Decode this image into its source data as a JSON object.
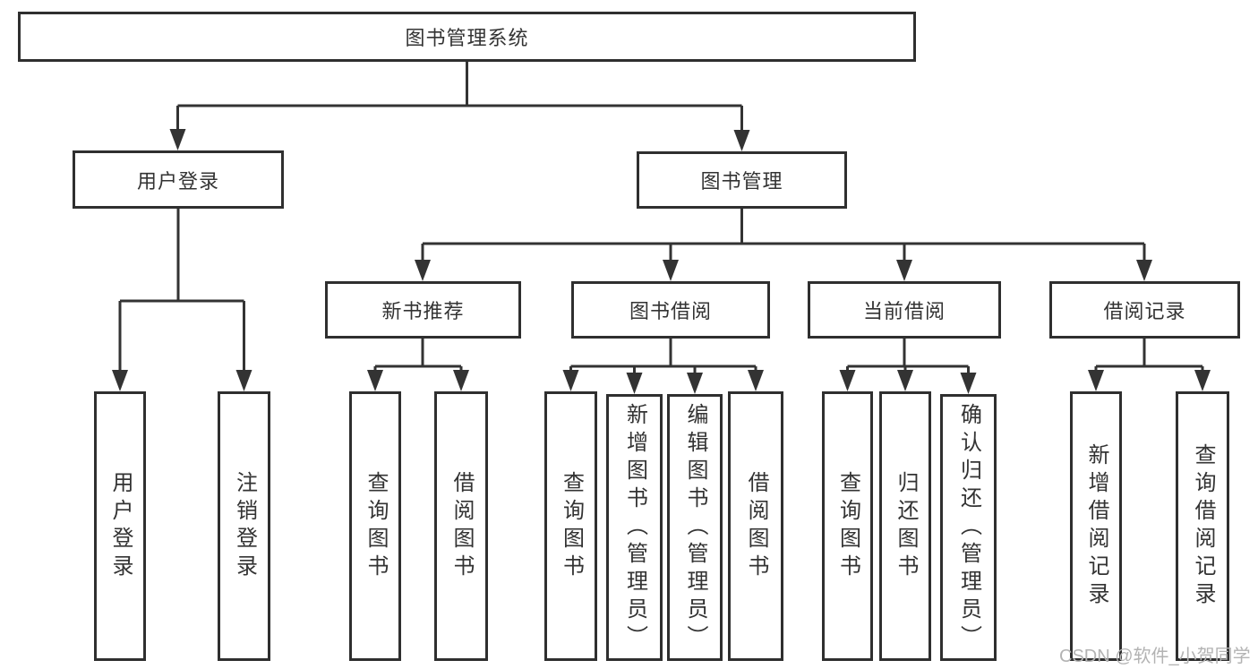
{
  "diagram": {
    "root": {
      "label": "图书管理系统"
    },
    "children": [
      {
        "label": "用户登录",
        "children": [
          {
            "label": "用户登录"
          },
          {
            "label": "注销登录"
          }
        ]
      },
      {
        "label": "图书管理",
        "children": [
          {
            "label": "新书推荐",
            "children": [
              {
                "label": "查询图书"
              },
              {
                "label": "借阅图书"
              }
            ]
          },
          {
            "label": "图书借阅",
            "children": [
              {
                "label": "查询图书"
              },
              {
                "label": "新增图书（管理员）"
              },
              {
                "label": "编辑图书（管理员）"
              },
              {
                "label": "借阅图书"
              }
            ]
          },
          {
            "label": "当前借阅",
            "children": [
              {
                "label": "查询图书"
              },
              {
                "label": "归还图书"
              },
              {
                "label": "确认归还（管理员）"
              }
            ]
          },
          {
            "label": "借阅记录",
            "children": [
              {
                "label": "新增借阅记录"
              },
              {
                "label": "查询借阅记录"
              }
            ]
          }
        ]
      }
    ]
  },
  "watermark": {
    "text": "CSDN @软件_小贺同学"
  },
  "colors": {
    "line": "#333333",
    "border": "#2f2f2f",
    "text": "#333333",
    "watermark": "#b3b3b3",
    "background": "#ffffff"
  }
}
